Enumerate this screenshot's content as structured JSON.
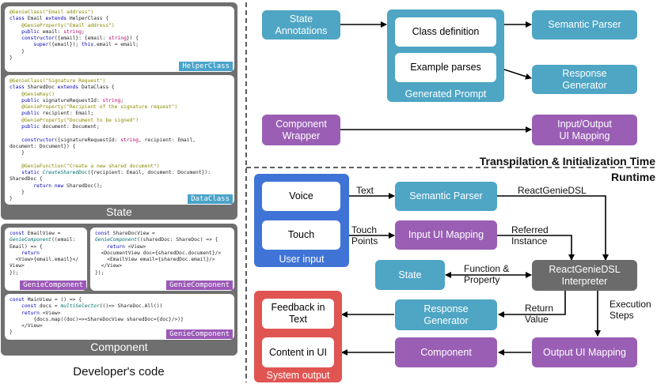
{
  "left": {
    "helper_code": [
      [
        [
          "an",
          "@GenieClass(\"Email address\")"
        ]
      ],
      [
        [
          "kw",
          "class "
        ],
        [
          "",
          "Email "
        ],
        [
          "kw",
          "extends "
        ],
        [
          "",
          "HelperClass {"
        ]
      ],
      [
        [
          "an",
          "    @GenieProperty(\"Email address\")"
        ]
      ],
      [
        [
          "kw",
          "    public "
        ],
        [
          "",
          "email: "
        ],
        [
          "ty",
          "string"
        ],
        [
          "",
          ";"
        ]
      ],
      [
        [
          "kw",
          "    constructor"
        ],
        [
          "",
          "({email}: {email: "
        ],
        [
          "ty",
          "string"
        ],
        [
          "",
          "}) {"
        ]
      ],
      [
        [
          "kw",
          "        super"
        ],
        [
          "",
          "({email}); "
        ],
        [
          "kw",
          "this"
        ],
        [
          "",
          ".email = email;"
        ]
      ],
      [
        [
          "",
          "    }"
        ]
      ],
      [
        [
          "",
          "}"
        ]
      ]
    ],
    "helper_tag": "HelperClass",
    "data_code": [
      [
        [
          "an",
          "@GenieClass(\"Signature Request\")"
        ]
      ],
      [
        [
          "kw",
          "class "
        ],
        [
          "",
          "SharedDoc "
        ],
        [
          "kw",
          "extends "
        ],
        [
          "",
          "DataClass {"
        ]
      ],
      [
        [
          "an",
          "    @GenieKey()"
        ]
      ],
      [
        [
          "kw",
          "    public "
        ],
        [
          "",
          "signatureRequestId: "
        ],
        [
          "ty",
          "string"
        ],
        [
          "",
          ";"
        ]
      ],
      [
        [
          "an",
          "    @GenieProperty(\"Recipient of the signature request\")"
        ]
      ],
      [
        [
          "kw",
          "    public "
        ],
        [
          "",
          "recipient: Email;"
        ]
      ],
      [
        [
          "an",
          "    @GenieProperty(\"Document to be signed\")"
        ]
      ],
      [
        [
          "kw",
          "    public "
        ],
        [
          "",
          "document: Document;"
        ]
      ],
      [
        [
          "",
          ""
        ]
      ],
      [
        [
          "kw",
          "    constructor"
        ],
        [
          "",
          "({signatureRequestId: "
        ],
        [
          "ty",
          "string"
        ],
        [
          "",
          ", recipient: Email,"
        ]
      ],
      [
        [
          "",
          "document: Document}) {"
        ]
      ],
      [
        [
          "",
          "    }"
        ]
      ],
      [
        [
          "",
          ""
        ]
      ],
      [
        [
          "an",
          "    @GenieFunction(\"Create a new shared document\")"
        ]
      ],
      [
        [
          "kw",
          "    static "
        ],
        [
          "cls",
          "CreateSharedDoc"
        ],
        [
          "",
          "({recipient: Email, document: Document}):"
        ]
      ],
      [
        [
          "",
          "SharedDoc {"
        ]
      ],
      [
        [
          "kw",
          "        return new "
        ],
        [
          "",
          "SharedDoc();"
        ]
      ],
      [
        [
          "",
          "    }"
        ]
      ],
      [
        [
          "",
          "}"
        ]
      ]
    ],
    "data_tag": "DataClass",
    "state_title": "State",
    "email_view_code": [
      [
        [
          "kw",
          "const "
        ],
        [
          "",
          "EmailView ="
        ]
      ],
      [
        [
          "cls",
          "GenieComponent"
        ],
        [
          "",
          "((email:"
        ]
      ],
      [
        [
          "",
          "Email) => {"
        ]
      ],
      [
        [
          "kw",
          "    return"
        ]
      ],
      [
        [
          "",
          "  <View>{email.email}</"
        ]
      ],
      [
        [
          "",
          "View>"
        ]
      ],
      [
        [
          "",
          "});"
        ]
      ]
    ],
    "shared_view_code": [
      [
        [
          "kw",
          "const "
        ],
        [
          "",
          "ShareDocView ="
        ]
      ],
      [
        [
          "cls",
          "GenieComponent"
        ],
        [
          "",
          "((sharedDoc: ShareDoc) => {"
        ]
      ],
      [
        [
          "kw",
          "    return "
        ],
        [
          "",
          "<View>"
        ]
      ],
      [
        [
          "",
          "  <DocumentView doc={sharedDoc.document}/>"
        ]
      ],
      [
        [
          "",
          "    <EmailView email={sharedDoc.email}/>"
        ]
      ],
      [
        [
          "",
          "  </View>"
        ]
      ],
      [
        [
          "",
          "});"
        ]
      ]
    ],
    "main_view_code": [
      [
        [
          "kw",
          "const "
        ],
        [
          "",
          "MainView = () => {"
        ]
      ],
      [
        [
          "kw",
          "    const "
        ],
        [
          "",
          "docs = "
        ],
        [
          "cls",
          "multiSelector"
        ],
        [
          "",
          "(()=> ShareDoc.All())"
        ]
      ],
      [
        [
          "kw",
          "    return "
        ],
        [
          "",
          "<View>"
        ]
      ],
      [
        [
          "",
          "        {docs.map((doc)=><ShareDocView sharedDoc={doc}/>)}"
        ]
      ],
      [
        [
          "",
          "    </View>"
        ]
      ],
      [
        [
          "",
          "}"
        ]
      ]
    ],
    "component_tag": "GenieComponent",
    "component_title": "Component",
    "caption": "Developer's code"
  },
  "top": {
    "state_annotations": "State\nAnnotations",
    "class_definition": "Class definition",
    "example_parses": "Example parses",
    "generated_prompt": "Generated Prompt",
    "semantic_parser": "Semantic Parser",
    "response_generator": "Response\nGenerator",
    "component_wrapper": "Component\nWrapper",
    "io_ui_mapping": "Input/Output\nUI Mapping",
    "section_title": "Transpilation & Initialization Time"
  },
  "runtime": {
    "section_title": "Runtime",
    "voice": "Voice",
    "touch": "Touch",
    "user_input": "User input",
    "semantic_parser": "Semantic Parser",
    "input_ui_mapping": "Input UI Mapping",
    "state": "State",
    "interpreter": "ReactGenieDSL\nInterpreter",
    "response_generator": "Response\nGenerator",
    "component": "Component",
    "output_ui_mapping": "Output UI Mapping",
    "feedback_text": "Feedback in\nText",
    "content_ui": "Content in UI",
    "system_output": "System output",
    "lbl_text": "Text",
    "lbl_touch_points": "Touch\nPoints",
    "lbl_dsl": "ReactGenieDSL",
    "lbl_referred": "Referred\nInstance",
    "lbl_function": "Function &\nProperty",
    "lbl_return": "Return\nValue",
    "lbl_exec": "Execution\nSteps"
  },
  "colors": {
    "teal": "#4ea5c4",
    "purple": "#9a5fb5",
    "blue": "#3f74d6",
    "red": "#e05552",
    "gray": "#6b6b6b",
    "panel": "#6f6f6f"
  }
}
